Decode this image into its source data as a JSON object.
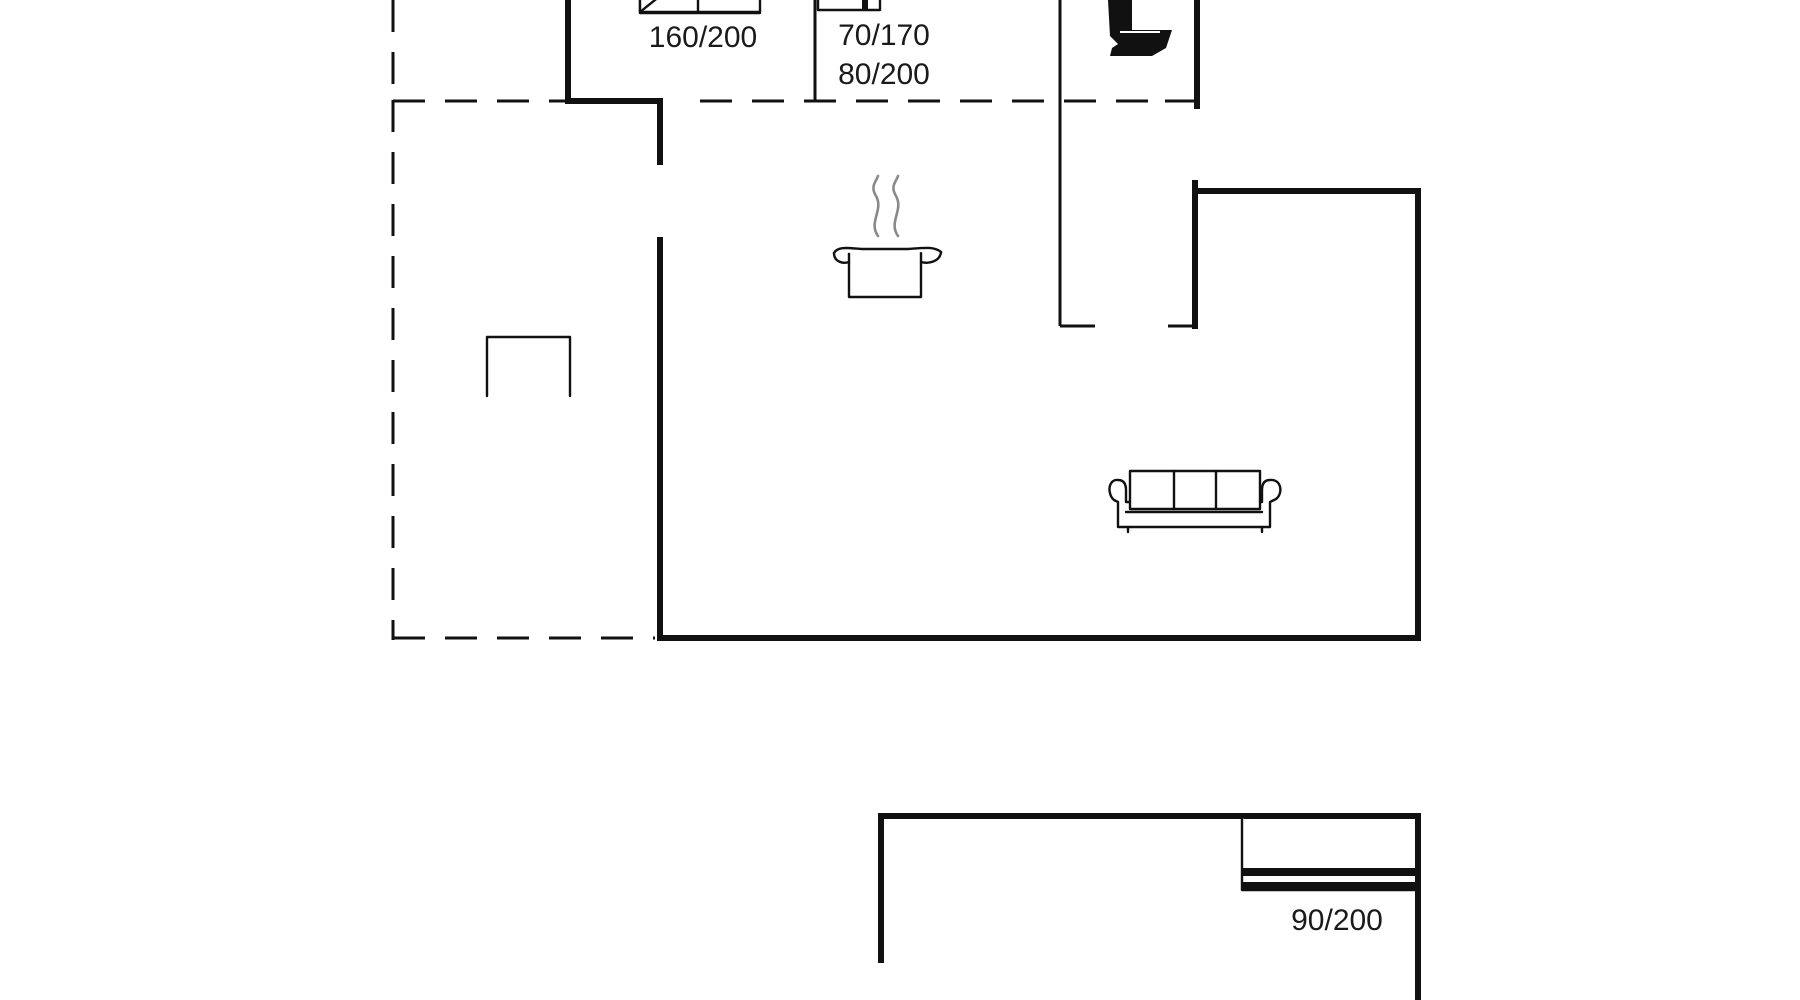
{
  "bed_labels": {
    "double_bed": "160/200",
    "bunk_top": "70/170",
    "bunk_bottom": "80/200",
    "single_bed": "90/200"
  },
  "icons": [
    "bed-icon",
    "bunk-bed-icon",
    "toilet-icon",
    "cooking-pot-icon",
    "sofa-icon",
    "table-icon",
    "single-bed-icon"
  ],
  "colors": {
    "wall": "#111111",
    "background": "#ffffff",
    "steam": "#8a8a8a"
  }
}
